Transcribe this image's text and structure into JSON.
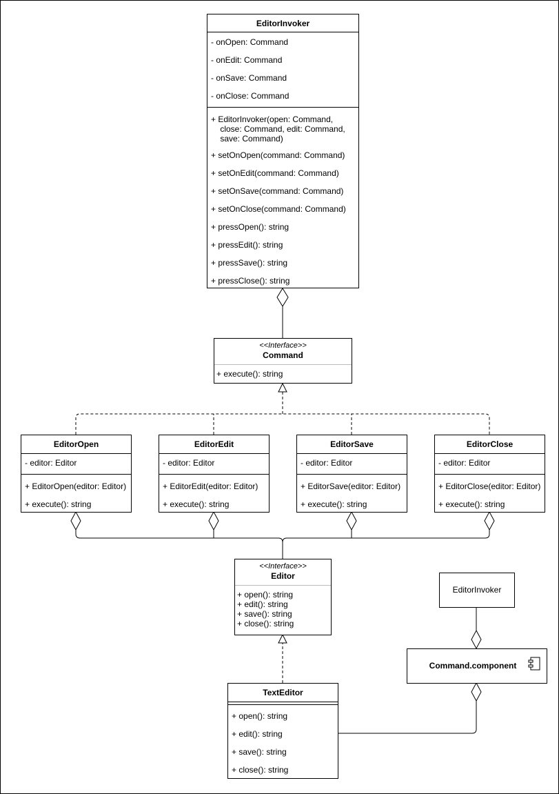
{
  "invoker": {
    "name": "EditorInvoker",
    "attributes": [
      "- onOpen: Command",
      "- onEdit: Command",
      "- onSave: Command",
      "- onClose: Command"
    ],
    "constructor": [
      "+ EditorInvoker(open: Command,",
      "    close: Command, edit: Command,",
      "    save: Command)"
    ],
    "methods": [
      "+ setOnOpen(command: Command)",
      "+ setOnEdit(command: Command)",
      "+ setOnSave(command: Command)",
      "+ setOnClose(command: Command)",
      "+ pressOpen(): string",
      "+ pressEdit(): string",
      "+ pressSave(): string",
      "+ pressClose(): string"
    ]
  },
  "command": {
    "stereotype": "<<Interface>>",
    "name": "Command",
    "methods": [
      "+ execute(): string"
    ]
  },
  "commands": [
    {
      "name": "EditorOpen",
      "attribute": "- editor: Editor",
      "constructor": "+ EditorOpen(editor: Editor)",
      "method": "+ execute(): string"
    },
    {
      "name": "EditorEdit",
      "attribute": "- editor: Editor",
      "constructor": "+ EditorEdit(editor: Editor)",
      "method": "+ execute(): string"
    },
    {
      "name": "EditorSave",
      "attribute": "- editor: Editor",
      "constructor": "+ EditorSave(editor: Editor)",
      "method": "+ execute(): string"
    },
    {
      "name": "EditorClose",
      "attribute": "- editor: Editor",
      "constructor": "+ EditorClose(editor: Editor)",
      "method": "+ execute(): string"
    }
  ],
  "editor": {
    "stereotype": "<<Interface>>",
    "name": "Editor",
    "methods": [
      "+ open(): string",
      "+ edit(): string",
      "+ save(): string",
      "+ close(): string"
    ]
  },
  "text_editor": {
    "name": "TextEditor",
    "methods": [
      "+ open(): string",
      "+ edit(): string",
      "+ save(): string",
      "+ close(): string"
    ]
  },
  "component_invoker": {
    "name": "EditorInvoker"
  },
  "component": {
    "name": "Command.component",
    "icon": "component-icon"
  }
}
